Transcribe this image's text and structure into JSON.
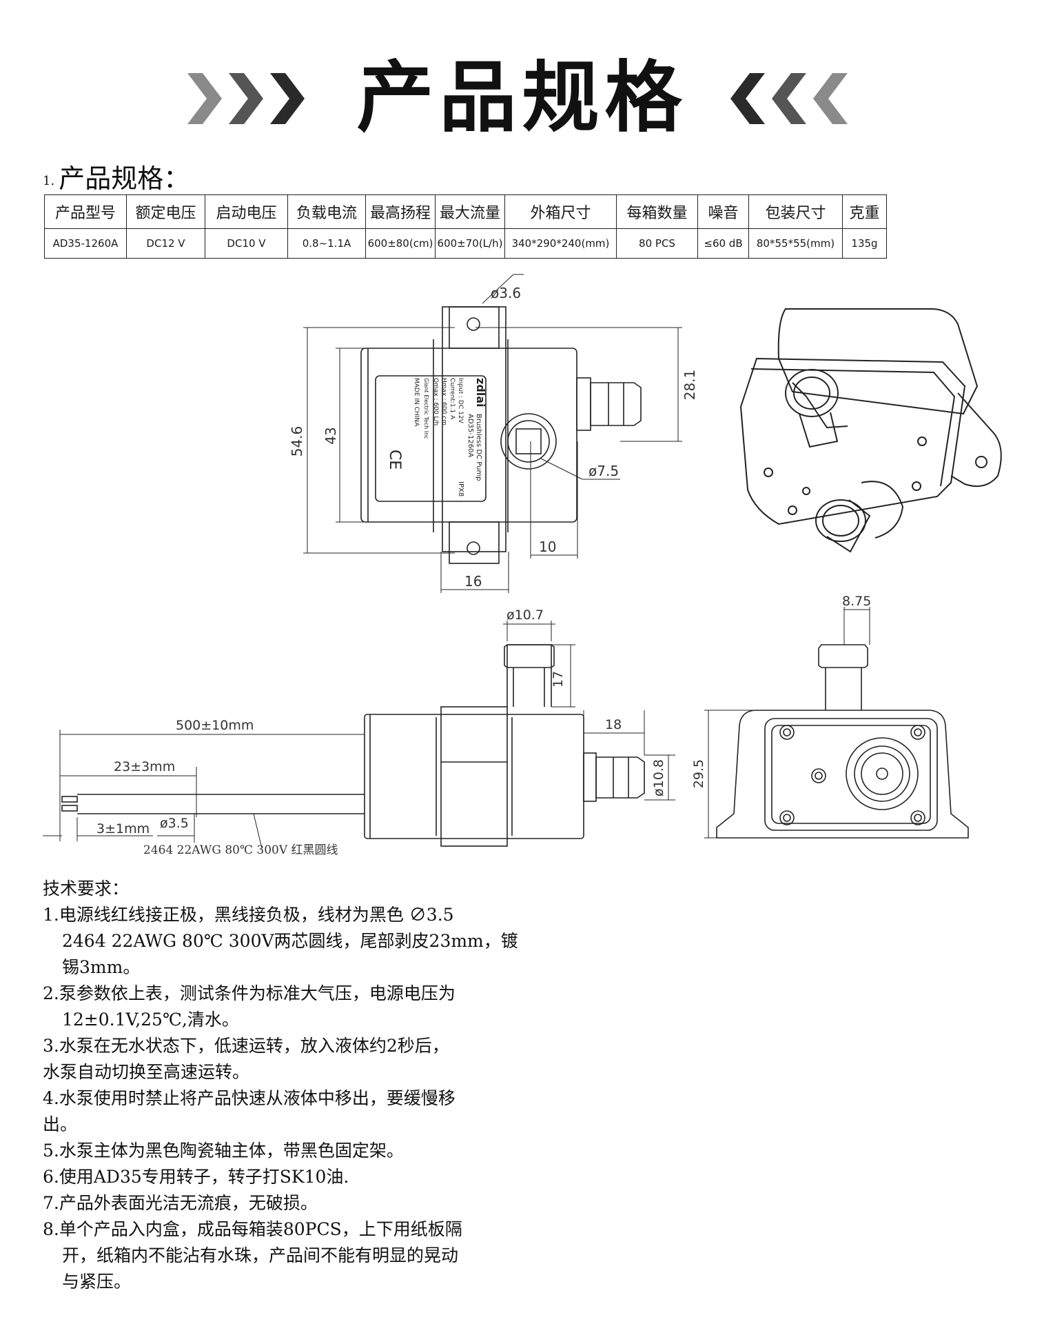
{
  "page_title": "产品规格",
  "section": {
    "num": "1.",
    "title": "产品规格："
  },
  "table": {
    "headers": [
      "产品型号",
      "额定电压",
      "启动电压",
      "负载电流",
      "最高扬程",
      "最大流量",
      "外箱尺寸",
      "每箱数量",
      "噪音",
      "包装尺寸",
      "克重"
    ],
    "values": [
      "AD35-1260A",
      "DC12 V",
      "DC10 V",
      "0.8~1.1A",
      "600±80(cm)",
      "600±70(L/h)",
      "340*290*240(mm)",
      "80 PCS",
      "≤60 dB",
      "80*55*55(mm)",
      "135g"
    ]
  },
  "drawing": {
    "dims": {
      "d36": "ø3.6",
      "d281": "28.1",
      "d546": "54.6",
      "d43": "43",
      "d75": "ø7.5",
      "d10": "10",
      "d16": "16",
      "d107": "ø10.7",
      "d17": "17",
      "d18": "18",
      "d108": "ø10.8",
      "d875": "8.75",
      "d295": "29.5",
      "d500": "500±10mm",
      "d23": "23±3mm",
      "d3": "3±1mm",
      "d35": "ø3.5"
    },
    "wire_note": "2464 22AWG 80℃ 300V 红黑圆线",
    "label": {
      "brand": "zdlai",
      "product": "Brushless DC Pump",
      "model": "AD35-1260A",
      "input": "Input : DC 12V",
      "current": "Current:1.1 A",
      "hmax": "Hmax : 600 cm",
      "qmax": "Qmax : 600 L/h",
      "maker": "Giant Electric Tech Inc",
      "made": "MADE IN CHINA",
      "ipx": "IPX8",
      "ce": "CE"
    }
  },
  "tech": {
    "title": "技术要求：",
    "lines": [
      "1.电源线红线接正极，黑线接负极，线材为黑色 ∅3.5",
      "2464 22AWG 80℃ 300V两芯圆线，尾部剥皮23mm，镀",
      "锡3mm。",
      "2.泵参数依上表，测试条件为标准大气压，电源电压为",
      "12±0.1V,25℃,清水。",
      "3.水泵在无水状态下，低速运转，放入液体约2秒后，",
      "水泵自动切换至高速运转。",
      "4.水泵使用时禁止将产品快速从液体中移出，要缓慢移",
      "出。",
      "5.水泵主体为黑色陶瓷轴主体，带黑色固定架。",
      "6.使用AD35专用转子，转子打SK10油.",
      "7.产品外表面光洁无流痕，无破损。",
      "8.单个产品入内盒，成品每箱装80PCS，上下用纸板隔",
      "开，纸箱内不能沾有水珠，产品间不能有明显的晃动",
      "与紧压。"
    ]
  }
}
